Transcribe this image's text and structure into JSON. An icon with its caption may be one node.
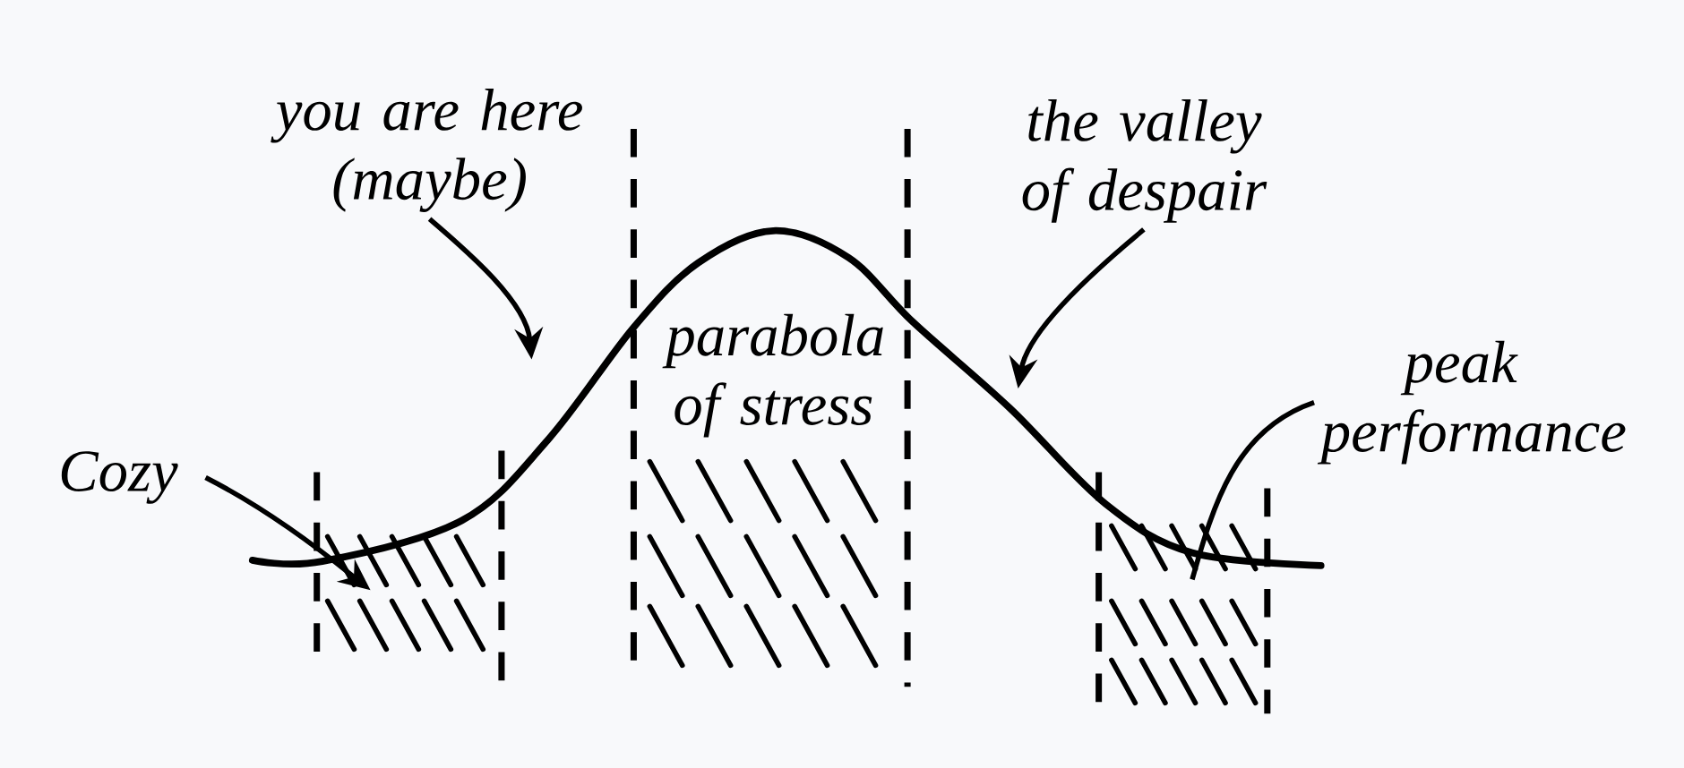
{
  "diagram": {
    "nodes": [
      {
        "text": [
          "you are here (maybe)"
        ]
      },
      {
        "text": [
          "the valley of despair"
        ]
      },
      {
        "text": [
          "parabola of stress"
        ]
      },
      {
        "text": [
          "Cozy"
        ]
      },
      {
        "text": [
          "peak performance"
        ]
      }
    ],
    "edges": [
      {
        "from": 0,
        "to": null,
        "arrow": "to"
      },
      {
        "from": 1,
        "to": null,
        "arrow": "to"
      },
      {
        "from": 3,
        "to": null,
        "arrow": "to"
      },
      {
        "from": 4,
        "to": null,
        "arrow": "none"
      }
    ]
  }
}
